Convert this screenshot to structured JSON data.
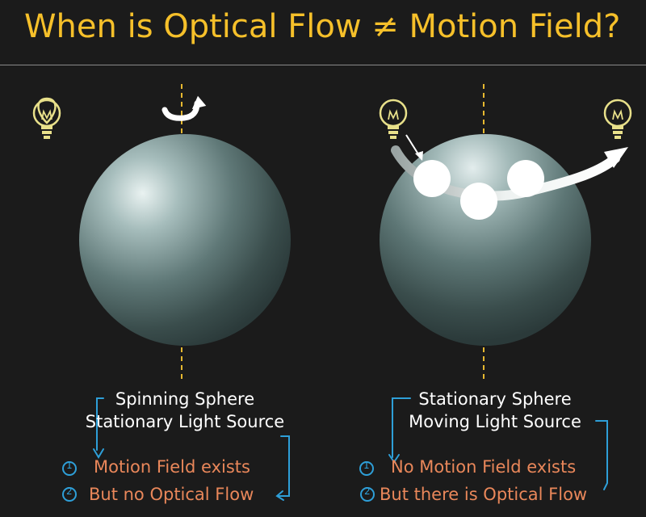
{
  "title": "When is Optical Flow ≠ Motion Field?",
  "left_panel": {
    "caption_line1": "Spinning Sphere",
    "caption_line2": "Stationary Light Source",
    "note1": "Motion Field exists",
    "note2": "But no Optical Flow",
    "bullet1": "1",
    "bullet2": "2"
  },
  "right_panel": {
    "caption_line1": "Stationary Sphere",
    "caption_line2": "Moving Light Source",
    "note1": "No Motion Field exists",
    "note2": "But there is Optical Flow",
    "bullet1": "1",
    "bullet2": "2"
  },
  "colors": {
    "title": "#f6c02a",
    "note_text": "#e9875a",
    "annotation": "#2e9fd8",
    "axis": "#e6b830",
    "bulb": "#e8e08a"
  }
}
